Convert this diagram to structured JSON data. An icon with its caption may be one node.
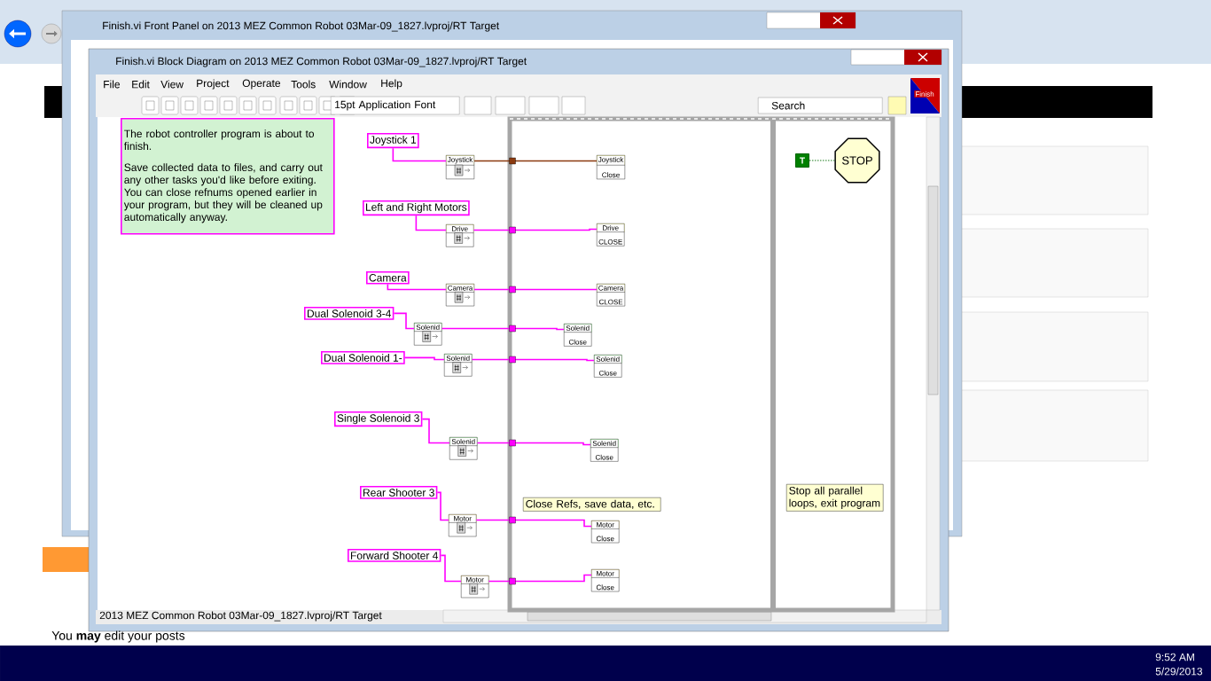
{
  "diagram": {
    "nodes": [
      {
        "text": [
          "The robot controller program is about to finish.",
          "Save collected data to files, and carry out any other tasks you'd like before exiting. You can close refnums opened earlier in your program, but they will be cleaned up automatically anyway."
        ]
      },
      {
        "text": [
          "Joystick 1"
        ]
      },
      {
        "text": [
          "Left and Right Motors"
        ]
      },
      {
        "text": [
          "Camera"
        ]
      },
      {
        "text": [
          "Dual Solenoid 3-4"
        ]
      },
      {
        "text": [
          "Dual Solenoid 1-"
        ]
      },
      {
        "text": [
          "Single Solenoid 3"
        ]
      },
      {
        "text": [
          "Rear Shooter 3"
        ]
      },
      {
        "text": [
          "Forward Shooter 4"
        ]
      },
      {
        "text": [
          "Joystick"
        ]
      },
      {
        "text": [
          "Drive"
        ]
      },
      {
        "text": [
          "Camera"
        ]
      },
      {
        "text": [
          "Solenid"
        ]
      },
      {
        "text": [
          "Solenid"
        ]
      },
      {
        "text": [
          "Solenid"
        ]
      },
      {
        "text": [
          "Motor"
        ]
      },
      {
        "text": [
          "Motor"
        ]
      },
      {
        "text": [
          "Joystick",
          "Close"
        ]
      },
      {
        "text": [
          "Drive",
          "CLOSE"
        ]
      },
      {
        "text": [
          "Camera",
          "CLOSE"
        ]
      },
      {
        "text": [
          "Solenid",
          "Close"
        ]
      },
      {
        "text": [
          "Solenid",
          "Close"
        ]
      },
      {
        "text": [
          "Solenid",
          "Close"
        ]
      },
      {
        "text": [
          "Motor",
          "Close"
        ]
      },
      {
        "text": [
          "Motor",
          "Close"
        ]
      },
      {
        "text": [
          "Close Refs, save data, etc."
        ]
      },
      {
        "text": [
          "T"
        ]
      },
      {
        "text": [
          "STOP"
        ]
      },
      {
        "text": [
          "Stop all parallel loops, exit program"
        ]
      }
    ],
    "edges": [
      {
        "from": 1,
        "to": 9,
        "arrow": "none"
      },
      {
        "from": 9,
        "to": 17,
        "arrow": "none",
        "color": "#8b3a0f"
      },
      {
        "from": 2,
        "to": 10,
        "arrow": "none"
      },
      {
        "from": 10,
        "to": 18,
        "arrow": "none"
      },
      {
        "from": 3,
        "to": 11,
        "arrow": "none"
      },
      {
        "from": 11,
        "to": 19,
        "arrow": "none"
      },
      {
        "from": 4,
        "to": 12,
        "arrow": "none"
      },
      {
        "from": 12,
        "to": 20,
        "arrow": "none"
      },
      {
        "from": 5,
        "to": 13,
        "arrow": "none"
      },
      {
        "from": 13,
        "to": 21,
        "arrow": "none"
      },
      {
        "from": 6,
        "to": 14,
        "arrow": "none"
      },
      {
        "from": 14,
        "to": 22,
        "arrow": "none"
      },
      {
        "from": 7,
        "to": 15,
        "arrow": "none"
      },
      {
        "from": 15,
        "to": 23,
        "arrow": "none"
      },
      {
        "from": 8,
        "to": 16,
        "arrow": "none"
      },
      {
        "from": 16,
        "to": 24,
        "arrow": "none"
      },
      {
        "from": 26,
        "to": 27,
        "arrow": "none",
        "style": "dashed",
        "color": "#1a7a1a"
      }
    ],
    "labels": [
      "Finish.vi Front Panel on 2013 MEZ Common Robot 03Mar-09_1827.lvproj/RT Target",
      "Finish.vi Block Diagram on 2013 MEZ Common Robot 03Mar-09_1827.lvproj/RT Target",
      "File",
      "Edit",
      "View",
      "Project",
      "Operate",
      "Tools",
      "Window",
      "Help",
      "15pt Application Font",
      "Search",
      "Finish",
      "2013 MEZ Common Robot 03Mar-09_1827.lvproj/RT Target",
      "You **may** edit your posts",
      "9:52 AM",
      "5/29/2013"
    ]
  }
}
